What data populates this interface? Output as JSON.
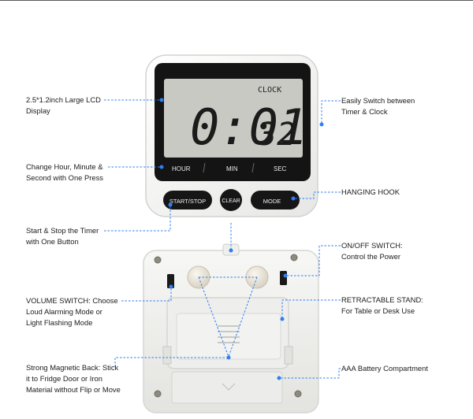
{
  "device": {
    "lcd": {
      "mode_label": "CLOCK",
      "main_digits": "0:01",
      "small_digits": "32",
      "segments": [
        "HOUR",
        "MIN",
        "SEC"
      ]
    },
    "buttons": {
      "start_stop": "START/STOP",
      "clear": "CLEAR",
      "mode": "MODE"
    }
  },
  "callouts": {
    "lcd_display": [
      "2.5*1.2inch Large LCD",
      "Display"
    ],
    "change_hms": [
      "Change Hour, Minute &",
      "Second with One Press"
    ],
    "start_stop": [
      "Start & Stop the Timer",
      "with One Button"
    ],
    "volume_switch": [
      "VOLUME SWITCH: Choose",
      "Loud Alarming Mode or",
      "Light Flashing Mode"
    ],
    "magnetic_back": [
      "Strong Magnetic Back: Stick",
      "it to Fridge Door or Iron",
      "Material without Flip or Move"
    ],
    "switch_timer_clock": [
      "Easily Switch between",
      "Timer & Clock"
    ],
    "hanging_hook": [
      "HANGING HOOK"
    ],
    "on_off_switch": [
      "ON/OFF SWITCH:",
      "Control the Power"
    ],
    "retractable_stand": [
      "RETRACTABLE STAND:",
      "For Table or Desk Use"
    ],
    "battery": [
      "AAA Battery Compartment"
    ]
  },
  "colors": {
    "lcd_bg": "#c9c9c4",
    "body": "#f4f4f2",
    "callout_line": "#2e7ff2",
    "button_dark": "#161616"
  }
}
